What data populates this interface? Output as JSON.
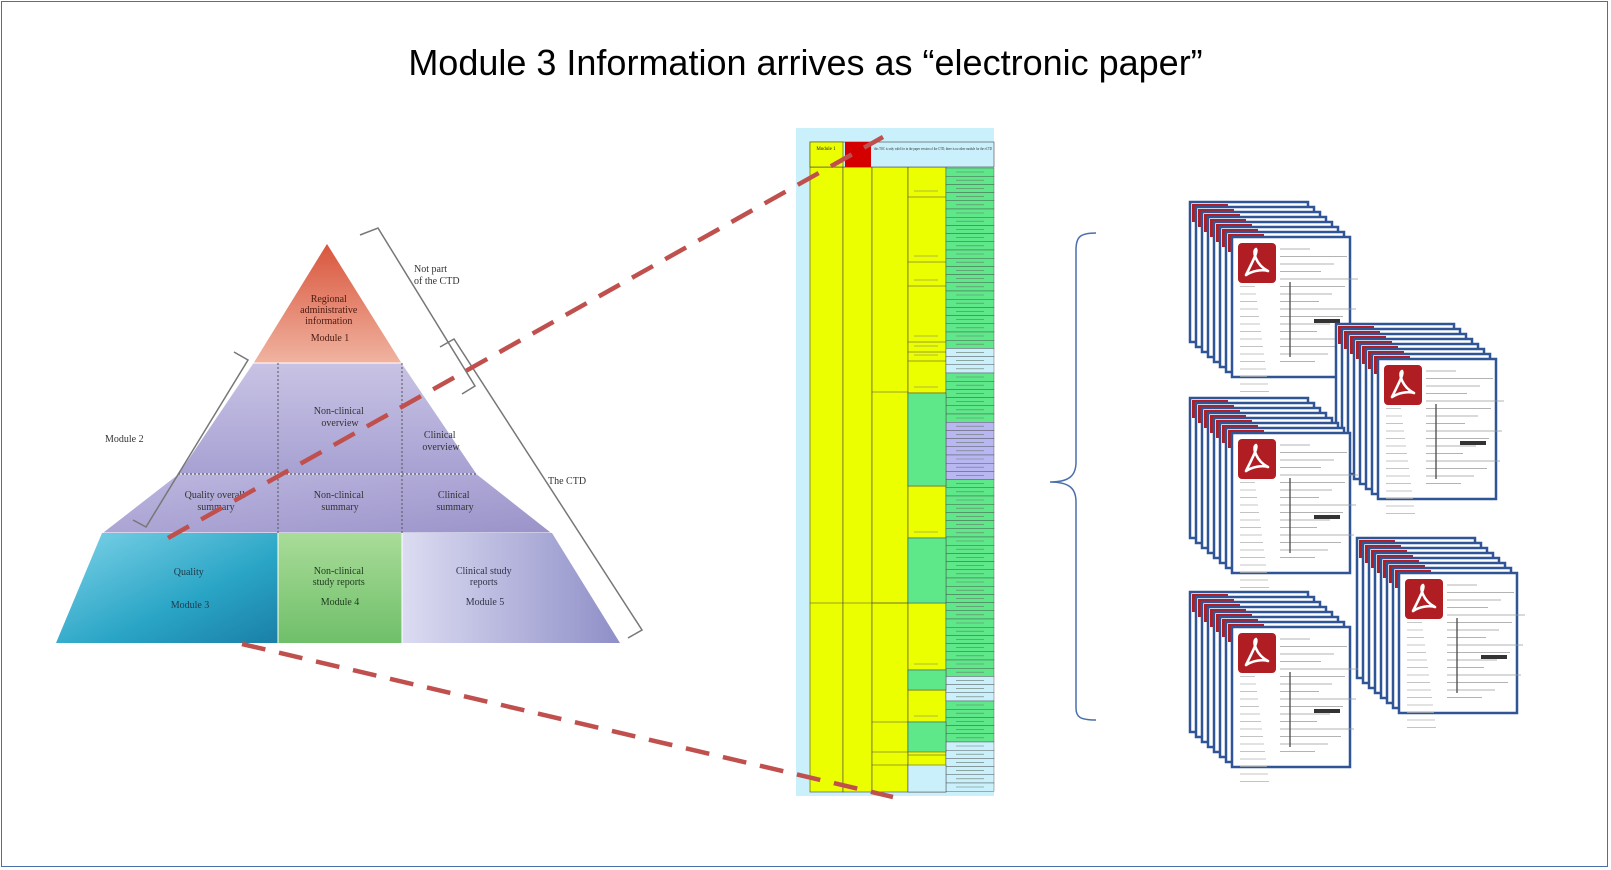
{
  "slide": {
    "title": "Module 3 Information arrives as “electronic paper”"
  },
  "pyramid": {
    "not_part_label": [
      "Not part",
      "of the CTD"
    ],
    "module2_label": "Module 2",
    "ctd_label": "The CTD",
    "module1": [
      "Regional",
      "administrative",
      "information",
      "Module 1"
    ],
    "overview_left": [
      "Non-clinical",
      "overview"
    ],
    "overview_right": [
      "Clinical",
      "overview"
    ],
    "summary_quality": [
      "Quality overall",
      "summary"
    ],
    "summary_nonclinical": [
      "Non-clinical",
      "summary"
    ],
    "summary_clinical": [
      "Clinical",
      "summary"
    ],
    "quality": [
      "Quality",
      "Module 3"
    ],
    "nonclinical_reports": [
      "Non-clinical",
      "study reports",
      "Module 4"
    ],
    "clinical_reports": [
      "Clinical study",
      "reports",
      "Module 5"
    ]
  },
  "colors": {
    "connector": "#c0504d",
    "brace": "#4a6fae",
    "pdf_red": "#b01e23",
    "doc_border": "#2f5597",
    "toc_yellow": "#ecff00",
    "toc_green": "#5fe88a",
    "toc_blue": "#c9f0fb",
    "toc_lavender": "#b9b7f2"
  },
  "toc": {
    "header": "Module 1",
    "description": "this TOC is only valid for in the paper version of the CTD; there is no other module for the eCTD"
  },
  "document_stacks": [
    {
      "icon": "pdf-icon"
    },
    {
      "icon": "pdf-icon"
    },
    {
      "icon": "pdf-icon"
    },
    {
      "icon": "pdf-icon"
    },
    {
      "icon": "pdf-icon"
    }
  ]
}
